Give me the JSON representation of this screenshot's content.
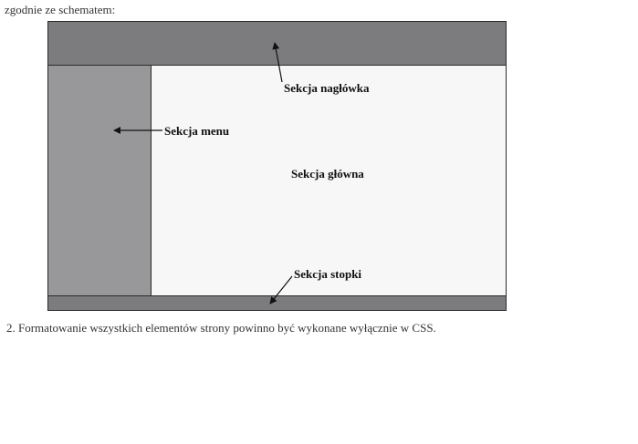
{
  "intro_text": "zgodnie ze schematem:",
  "diagram": {
    "header_label": "Sekcja nagłówka",
    "menu_label": "Sekcja menu",
    "main_label": "Sekcja główna",
    "footer_label": "Sekcja stopki",
    "colors": {
      "header": "#7c7c7e",
      "menu": "#98989a",
      "main": "#f7f7f7",
      "footer": "#7c7c7e",
      "border": "#2b2b2b"
    }
  },
  "note_text": "2. Formatowanie wszystkich elementów strony powinno być wykonane wyłącznie w CSS."
}
